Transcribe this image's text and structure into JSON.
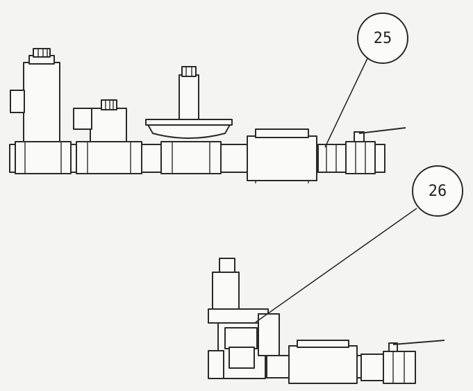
{
  "callouts": [
    {
      "id": "callout-25",
      "label": "25"
    },
    {
      "id": "callout-26",
      "label": "26"
    }
  ]
}
